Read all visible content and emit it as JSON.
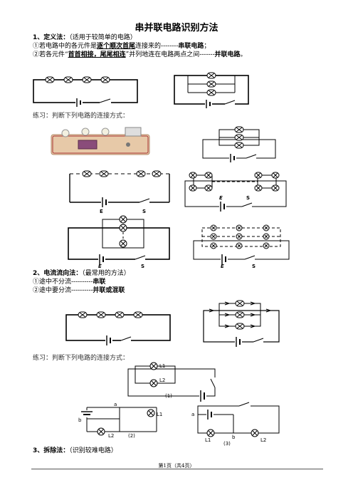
{
  "title": "串并联电路识别方法",
  "section1": {
    "heading": "1、定义法：",
    "note": "（适用于较简单的电路）",
    "rule1_prefix": "①若电路中的各元件是",
    "rule1_key": "逐个顺次首尾",
    "rule1_mid": "连接来的--------",
    "rule1_result": "串联电路",
    "rule1_end": "；",
    "rule2_prefix": "②若各元件“",
    "rule2_key": "首首相接，尾尾相连",
    "rule2_mid": "”并列地连在电路两点之间-------",
    "rule2_result": "并联电路",
    "rule2_end": "。",
    "practice": "练习：判断下列电路的连接方式："
  },
  "section2": {
    "heading": "2、电流流向法：",
    "note": "（最常用的方法）",
    "rule1_prefix": "①途中不分流----------",
    "rule1_result": "串联",
    "rule2_prefix": "②途中要分流----------",
    "rule2_result": "并联或混联",
    "practice": "练习：判断下列电路的连接方式："
  },
  "section3": {
    "heading": "3、拆除法：",
    "note": "（识别较难电路）"
  },
  "labels": {
    "E": "E",
    "S": "S",
    "L1": "L1",
    "L2": "L2",
    "a": "a",
    "b": "b",
    "fig1": "(1)",
    "fig2": "(2)",
    "fig3": "(3)"
  },
  "footer": "第1页（共4页）"
}
